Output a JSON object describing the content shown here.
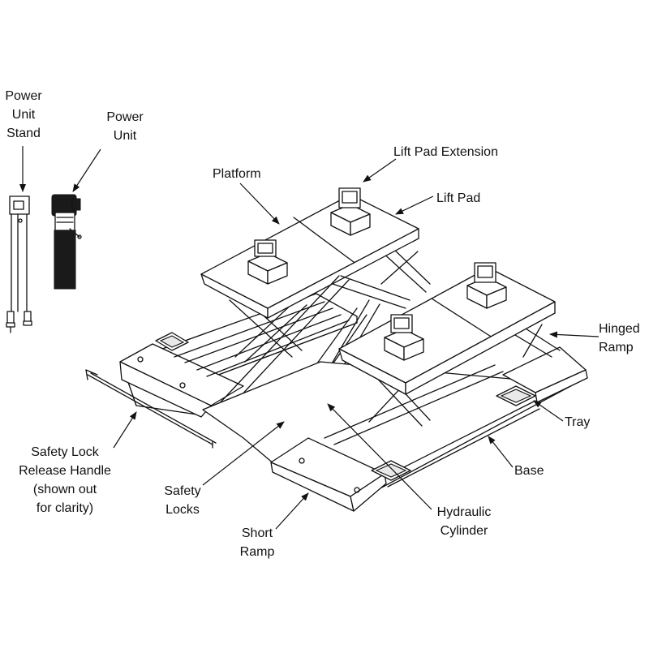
{
  "labels": {
    "power_unit_stand": [
      "Power",
      "Unit",
      "Stand"
    ],
    "power_unit": [
      "Power",
      "Unit"
    ],
    "platform": "Platform",
    "lift_pad_extension": "Lift Pad Extension",
    "lift_pad": "Lift Pad",
    "hinged_ramp": [
      "Hinged",
      "Ramp"
    ],
    "tray": "Tray",
    "base": "Base",
    "hydraulic_cylinder": [
      "Hydraulic",
      "Cylinder"
    ],
    "short_ramp": [
      "Short",
      "Ramp"
    ],
    "safety_locks": [
      "Safety",
      "Locks"
    ],
    "safety_lock_release_handle": [
      "Safety Lock",
      "Release Handle",
      "(shown out",
      "for clarity)"
    ]
  }
}
